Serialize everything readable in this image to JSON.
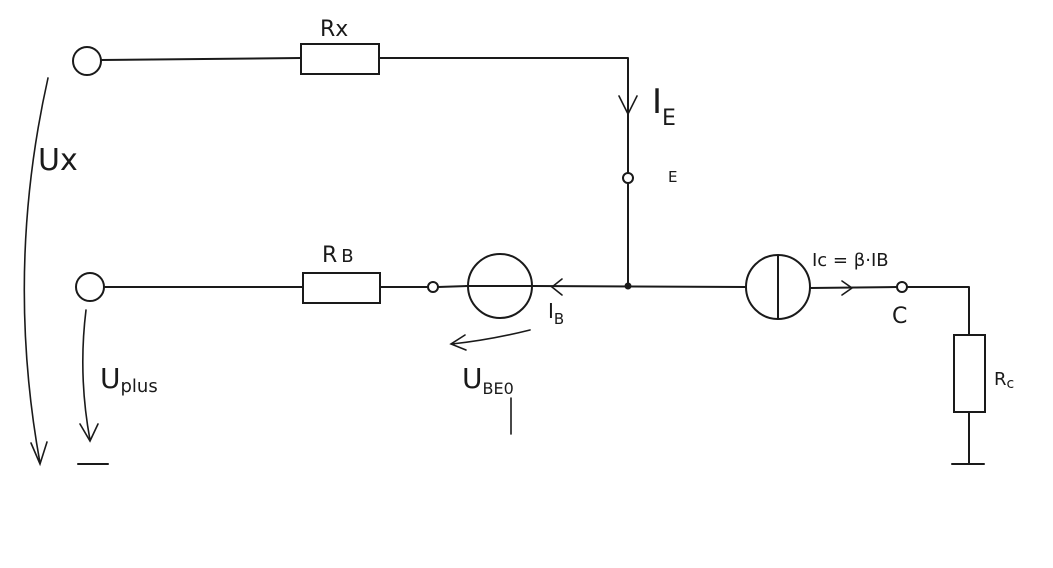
{
  "labels": {
    "rx": "Rx",
    "ux": "Ux",
    "ie_main": "I",
    "ie_sub": "E",
    "e_terminal": "E",
    "rb_main": "R",
    "rb_sub": "B",
    "ib_main": "I",
    "ib_sub": "B",
    "ic_formula": "Ic = β·IB",
    "c_terminal": "C",
    "ube0_main": "U",
    "ube0_sub": "BE0",
    "uplus_main": "U",
    "uplus_sub": "plus",
    "rc_main": "R",
    "rc_sub": "c"
  },
  "colors": {
    "ink": "#1a1a1a",
    "background": "#ffffff"
  }
}
